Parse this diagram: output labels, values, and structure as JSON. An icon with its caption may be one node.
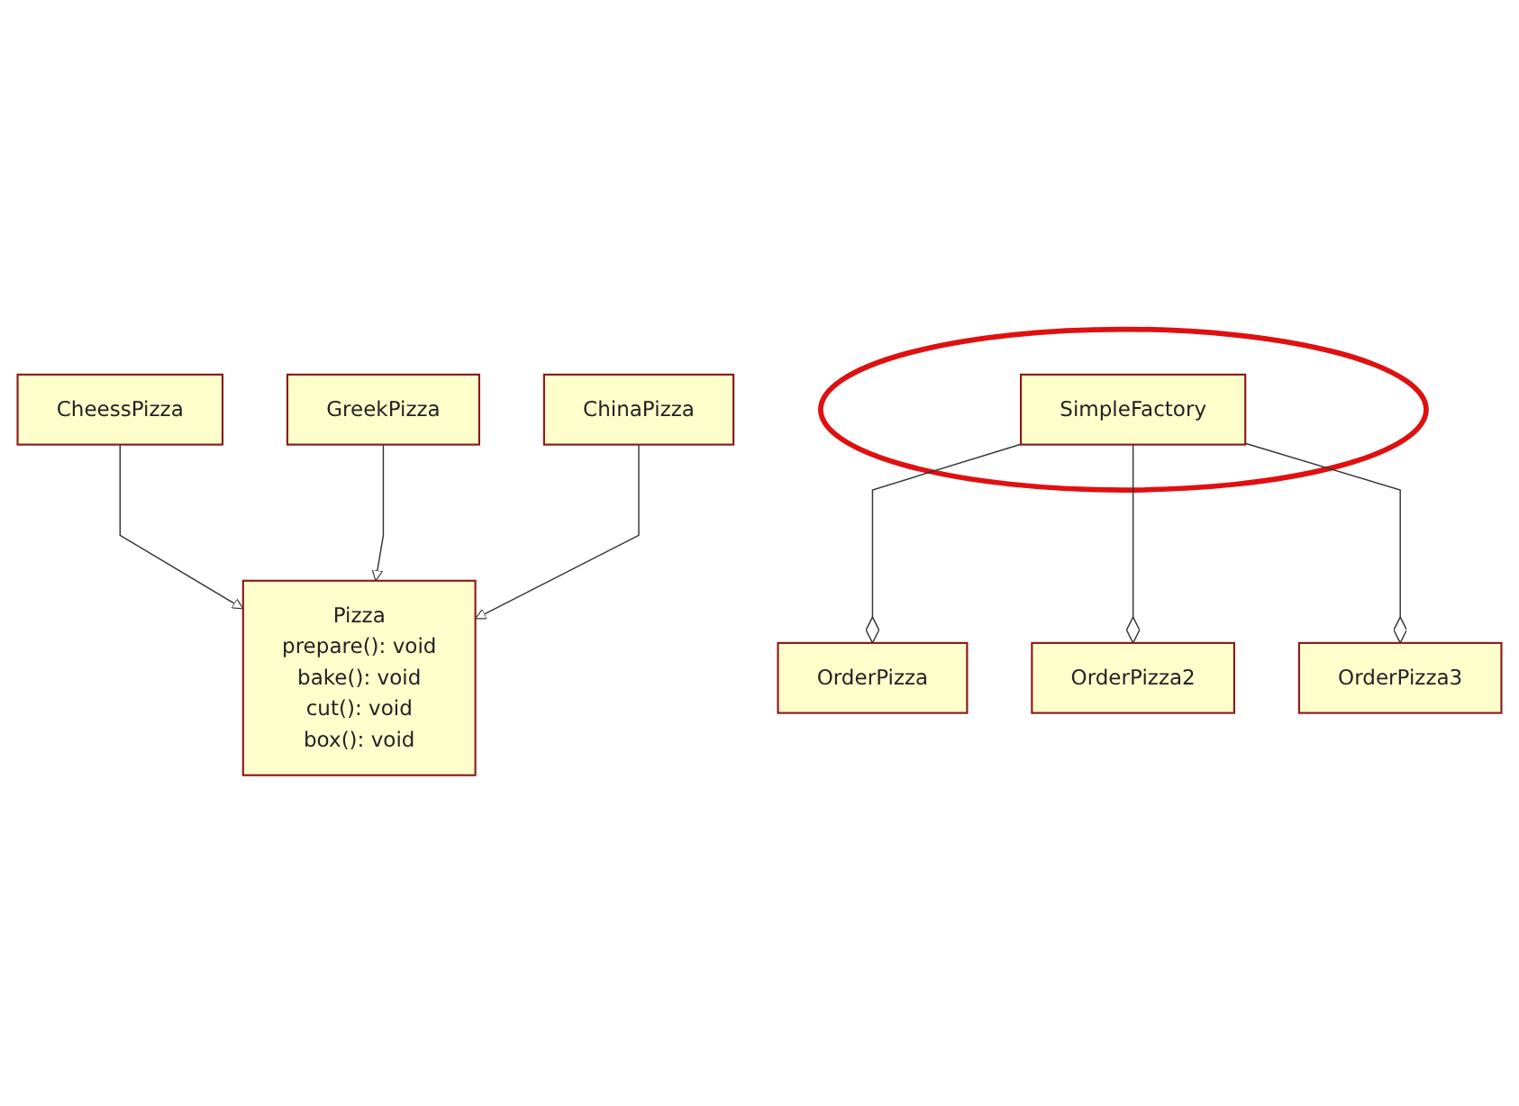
{
  "diagram": {
    "nodes": [
      {
        "text": [
          "Pizza",
          "prepare(): void",
          "bake(): void",
          "cut(): void",
          "box(): void"
        ]
      },
      {
        "text": [
          "CheessPizza"
        ]
      },
      {
        "text": [
          "GreekPizza"
        ]
      },
      {
        "text": [
          "ChinaPizza"
        ]
      },
      {
        "text": [
          "OrderPizza"
        ]
      },
      {
        "text": [],
        "shape": "circle"
      },
      {
        "text": [
          "SimpleFactory"
        ],
        "in": 5
      },
      {
        "text": [
          "OrderPizza2"
        ]
      },
      {
        "text": [
          "OrderPizza3"
        ]
      }
    ],
    "edges": [
      {
        "from": 1,
        "to": 0,
        "arrow": "to"
      },
      {
        "from": 2,
        "to": 0,
        "arrow": "to"
      },
      {
        "from": 3,
        "to": 0,
        "arrow": "to"
      },
      {
        "from": 6,
        "to": 4,
        "arrow": "other"
      },
      {
        "from": 6,
        "to": 7,
        "arrow": "other"
      },
      {
        "from": 6,
        "to": 8,
        "arrow": "other"
      }
    ]
  }
}
